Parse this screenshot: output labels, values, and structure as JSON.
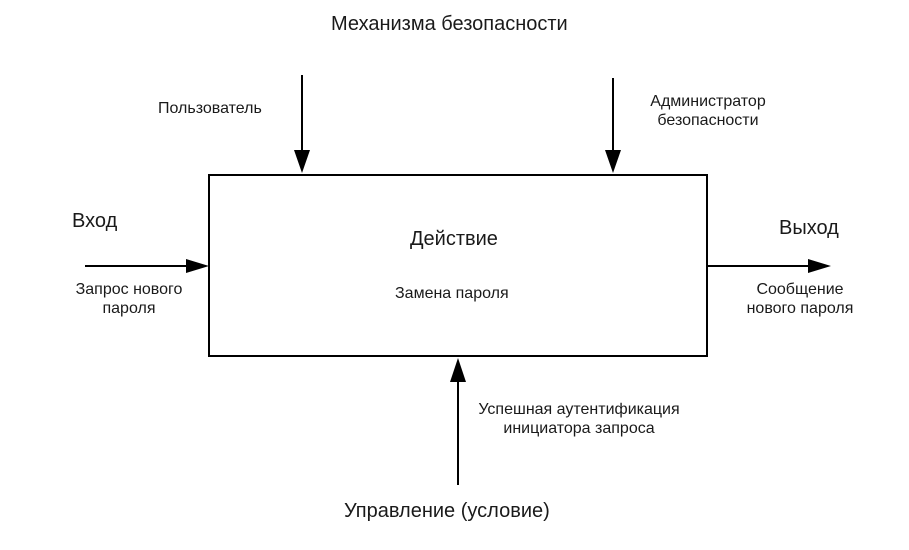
{
  "diagram": {
    "mechanisms_title": "Механизма безопасности",
    "mechanism_user": "Пользователь",
    "mechanism_admin": "Администратор\nбезопасности",
    "input_title": "Вход",
    "input_item": "Запрос нового\nпароля",
    "output_title": "Выход",
    "output_item": "Сообщение\nнового пароля",
    "action_title": "Действие",
    "action_name": "Замена пароля",
    "control_item": "Успешная аутентификация\nинициатора запроса",
    "control_title": "Управление (условие)"
  },
  "colors": {
    "stroke": "#000000",
    "text": "#1a1a1a",
    "background": "#ffffff"
  }
}
